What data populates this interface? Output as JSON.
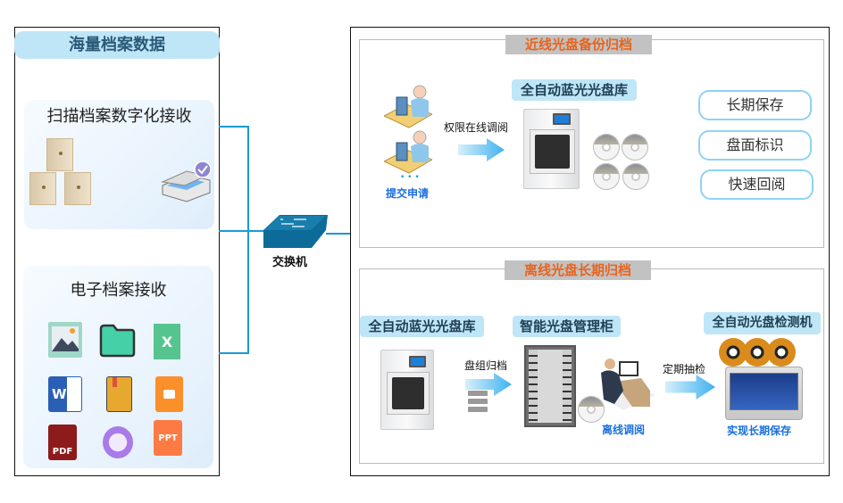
{
  "left_panel": {
    "title": "海量档案数据",
    "scan_card": {
      "title": "扫描档案数字化接收",
      "icons": [
        "archive-box-icon",
        "archive-box-icon",
        "archive-box-icon",
        "scanner-icon"
      ]
    },
    "electronic_card": {
      "title": "电子档案接收",
      "icons": [
        "image-file-icon",
        "folder-icon",
        "excel-file-icon",
        "word-file-icon",
        "book-icon",
        "video-file-icon",
        "pdf-file-icon",
        "media-icon",
        "ppt-file-icon"
      ],
      "icon_labels": {
        "excel": "X",
        "word": "W",
        "pdf": "PDF",
        "ppt": "PPT"
      }
    }
  },
  "switch": {
    "label": "交换机"
  },
  "nearline": {
    "title": "近线光盘备份归档",
    "users_label": "提交申请",
    "users_dots": "• • •",
    "arrow_label": "权限在线调阅",
    "device_label": "全自动蓝光光盘库",
    "features": [
      "长期保存",
      "盘面标识",
      "快速回阅"
    ]
  },
  "offline": {
    "title": "离线光盘长期归档",
    "device1_label": "全自动蓝光光盘库",
    "arrow1_label": "盘组归档",
    "device2_label": "智能光盘管理柜",
    "operator_label": "离线调阅",
    "arrow2_label": "定期抽检",
    "device3_label": "全自动光盘检测机",
    "device3_caption": "实现长期保存"
  },
  "colors": {
    "line": "#1a9ad6",
    "section_title": "#e8641e",
    "pill": "#bfe6f7",
    "blue_text": "#1a6fe0"
  }
}
